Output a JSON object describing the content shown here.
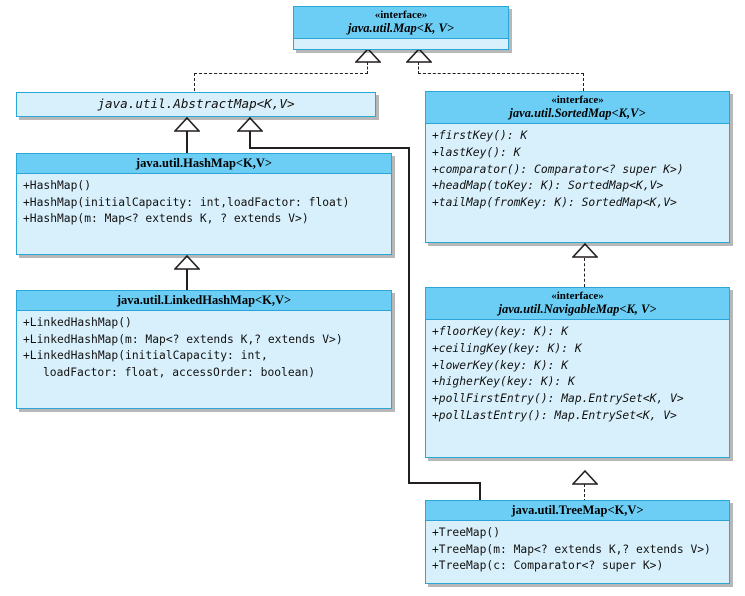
{
  "diagram": {
    "title": "Java Map Collection Hierarchy UML Class Diagram",
    "colors": {
      "header_fill": "#6ccef5",
      "body_fill": "#d8f0fb",
      "border": "#29a8d8",
      "line": "#231f20",
      "background": "#ffffff"
    }
  },
  "classes": {
    "map": {
      "stereotype": "«interface»",
      "name": "java.util.Map<K, V>",
      "kind": "interface",
      "methods": []
    },
    "abstract_map": {
      "name": "java.util.AbstractMap<K,V>",
      "kind": "abstract-class",
      "methods": []
    },
    "hash_map": {
      "name": "java.util.HashMap<K,V>",
      "kind": "class",
      "methods": [
        "+HashMap()",
        "+HashMap(initialCapacity: int,loadFactor: float)",
        "+HashMap(m: Map<? extends K, ? extends V>)"
      ]
    },
    "linked_hash_map": {
      "name": "java.util.LinkedHashMap<K,V>",
      "kind": "class",
      "methods": [
        "+LinkedHashMap()",
        "+LinkedHashMap(m: Map<? extends K,? extends V>)",
        "+LinkedHashMap(initialCapacity: int,",
        "loadFactor: float, accessOrder: boolean)"
      ]
    },
    "sorted_map": {
      "stereotype": "«interface»",
      "name": "java.util.SortedMap<K,V>",
      "kind": "interface",
      "methods": [
        "+firstKey(): K",
        "+lastKey(): K",
        "+comparator(): Comparator<? super K>)",
        "+headMap(toKey: K): SortedMap<K,V>",
        "+tailMap(fromKey: K): SortedMap<K,V>"
      ]
    },
    "navigable_map": {
      "stereotype": "«interface»",
      "name": "java.util.NavigableMap<K, V>",
      "kind": "interface",
      "methods": [
        "+floorKey(key: K): K",
        "+ceilingKey(key: K): K",
        "+lowerKey(key: K): K",
        "+higherKey(key: K): K",
        "+pollFirstEntry(): Map.EntrySet<K, V>",
        "+pollLastEntry(): Map.EntrySet<K, V>"
      ]
    },
    "tree_map": {
      "name": "java.util.TreeMap<K,V>",
      "kind": "class",
      "methods": [
        "+TreeMap()",
        "+TreeMap(m: Map<? extends K,? extends V>)",
        "+TreeMap(c: Comparator<? super K>)"
      ]
    }
  },
  "relationships": [
    {
      "from": "abstract_map",
      "to": "map",
      "type": "realization",
      "style": "dashed"
    },
    {
      "from": "sorted_map",
      "to": "map",
      "type": "generalization",
      "style": "dashed"
    },
    {
      "from": "hash_map",
      "to": "abstract_map",
      "type": "generalization",
      "style": "solid"
    },
    {
      "from": "tree_map",
      "to": "abstract_map",
      "type": "generalization",
      "style": "solid"
    },
    {
      "from": "linked_hash_map",
      "to": "hash_map",
      "type": "generalization",
      "style": "solid"
    },
    {
      "from": "navigable_map",
      "to": "sorted_map",
      "type": "generalization",
      "style": "dashed"
    },
    {
      "from": "tree_map",
      "to": "navigable_map",
      "type": "realization",
      "style": "dashed"
    }
  ]
}
